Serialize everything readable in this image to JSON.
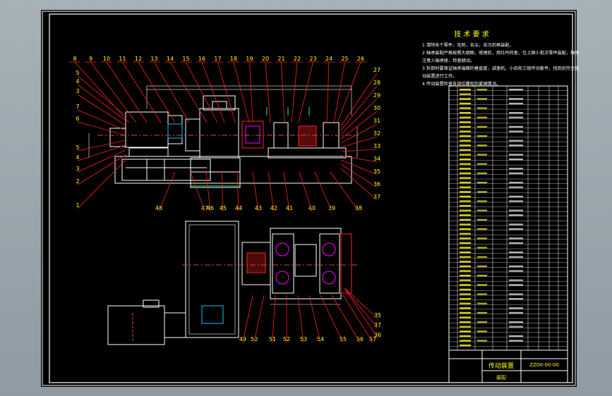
{
  "drawing": {
    "tech_req_title": "技 术 要 求",
    "tech_req_lines": [
      "1 清除各个零件，毛刺，去尖，去污后再装配。",
      "2 轴承装配严格按照大纲图，修理后，用红丹检查，往上换小批次零件装配，轴承",
      "  注意入轴承座，检查跳动。",
      "3 拆卸时要保证轴承端面的垂直度，减速机，小齿轮三级传动套件，找到后完全起",
      "  动装置进行工作。",
      "4 传动装置检查各部位螺栓的紧固情况。"
    ],
    "title_block": {
      "name": "传动装置",
      "code": "ZZ00-00-00",
      "material": "装配"
    }
  },
  "callouts_top": [
    "8",
    "9",
    "10",
    "11",
    "12",
    "13",
    "14",
    "15",
    "16",
    "17",
    "18",
    "19",
    "20",
    "21",
    "22",
    "23",
    "24",
    "25",
    "26"
  ],
  "callouts_left": [
    "5",
    "4",
    "3",
    "7",
    "6",
    "5",
    "4",
    "3",
    "2",
    "1"
  ],
  "callouts_right": [
    "27",
    "28",
    "29",
    "30",
    "31",
    "32",
    "33",
    "34",
    "35",
    "36",
    "37"
  ],
  "callouts_mid": [
    "48",
    "47",
    "46",
    "45",
    "44",
    "43",
    "42",
    "41",
    "40",
    "39",
    "38"
  ],
  "callouts_bottom": [
    "49",
    "50",
    "51",
    "52",
    "53",
    "54",
    "55",
    "56",
    "57"
  ],
  "callouts_bottom_right": [
    "35",
    "37",
    "36"
  ],
  "colors": {
    "frame": "#ffffff",
    "lines": "#ff2020",
    "parts": "#ffffff",
    "centerline": "#e04040",
    "dims": "#00ff66",
    "accent": "#ff00ff",
    "text": "#ffff00"
  }
}
